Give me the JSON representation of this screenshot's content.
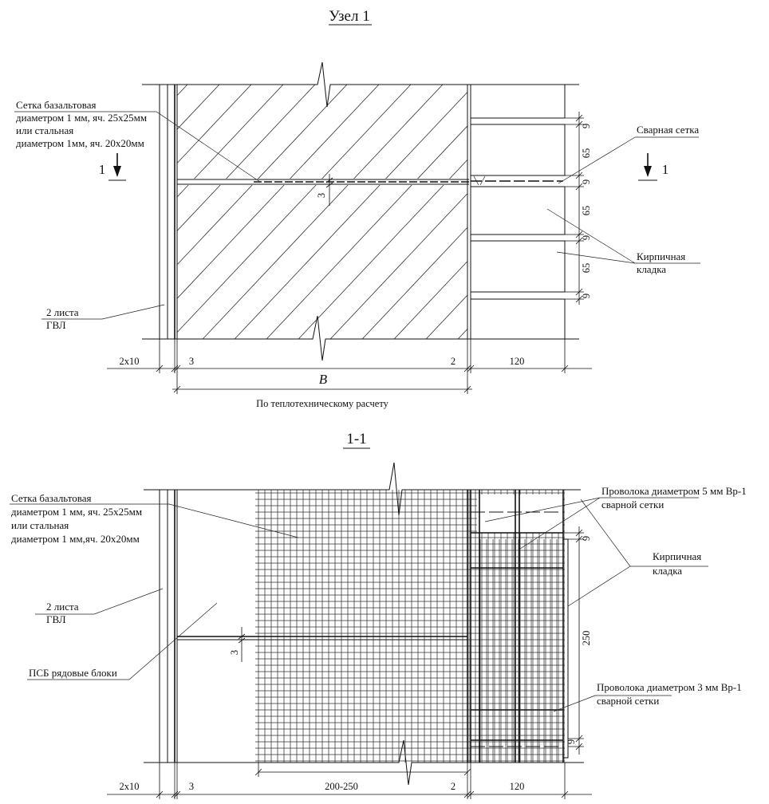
{
  "node": {
    "title": "Узел 1",
    "mesh_label": [
      "Сетка базальтовая",
      "диаметром 1 мм, яч. 25х25мм",
      "или стальная",
      "диаметром 1мм, яч. 20х20мм"
    ],
    "weld_label": "Сварная сетка",
    "gvl_label": [
      "2 листа",
      "ГВЛ"
    ],
    "brick_label": [
      "Кирпичная",
      "кладка"
    ],
    "cut_mark": "1",
    "dims_vertical": [
      "9",
      "65",
      "9",
      "65",
      "9",
      "65",
      "9"
    ],
    "dim_small": "3",
    "dims_bottom": [
      "2х10",
      "3",
      "2",
      "120"
    ],
    "b_label": "B",
    "calc_label": "По теплотехническому расчету"
  },
  "section": {
    "title": "1-1",
    "mesh_label": [
      "Сетка базальтовая",
      "диаметром 1 мм, яч. 25х25мм",
      "или стальная",
      "диаметром 1 мм,яч. 20х20мм"
    ],
    "gvl_label": [
      "2 листа",
      "ГВЛ"
    ],
    "psb_label": "ПСБ рядовые блоки",
    "wire5_label": [
      "Проволока диаметром 5 мм Вр-1",
      "сварной сетки"
    ],
    "wire3_label": [
      "Проволока диаметром 3 мм  Вр-1",
      "сварной сетки"
    ],
    "brick_label": [
      "Кирпичная",
      "кладка"
    ],
    "dims_right": [
      "9",
      "250",
      "9"
    ],
    "dim_small": "3",
    "dims_bottom": [
      "2х10",
      "3",
      "200-250",
      "2",
      "120"
    ]
  }
}
